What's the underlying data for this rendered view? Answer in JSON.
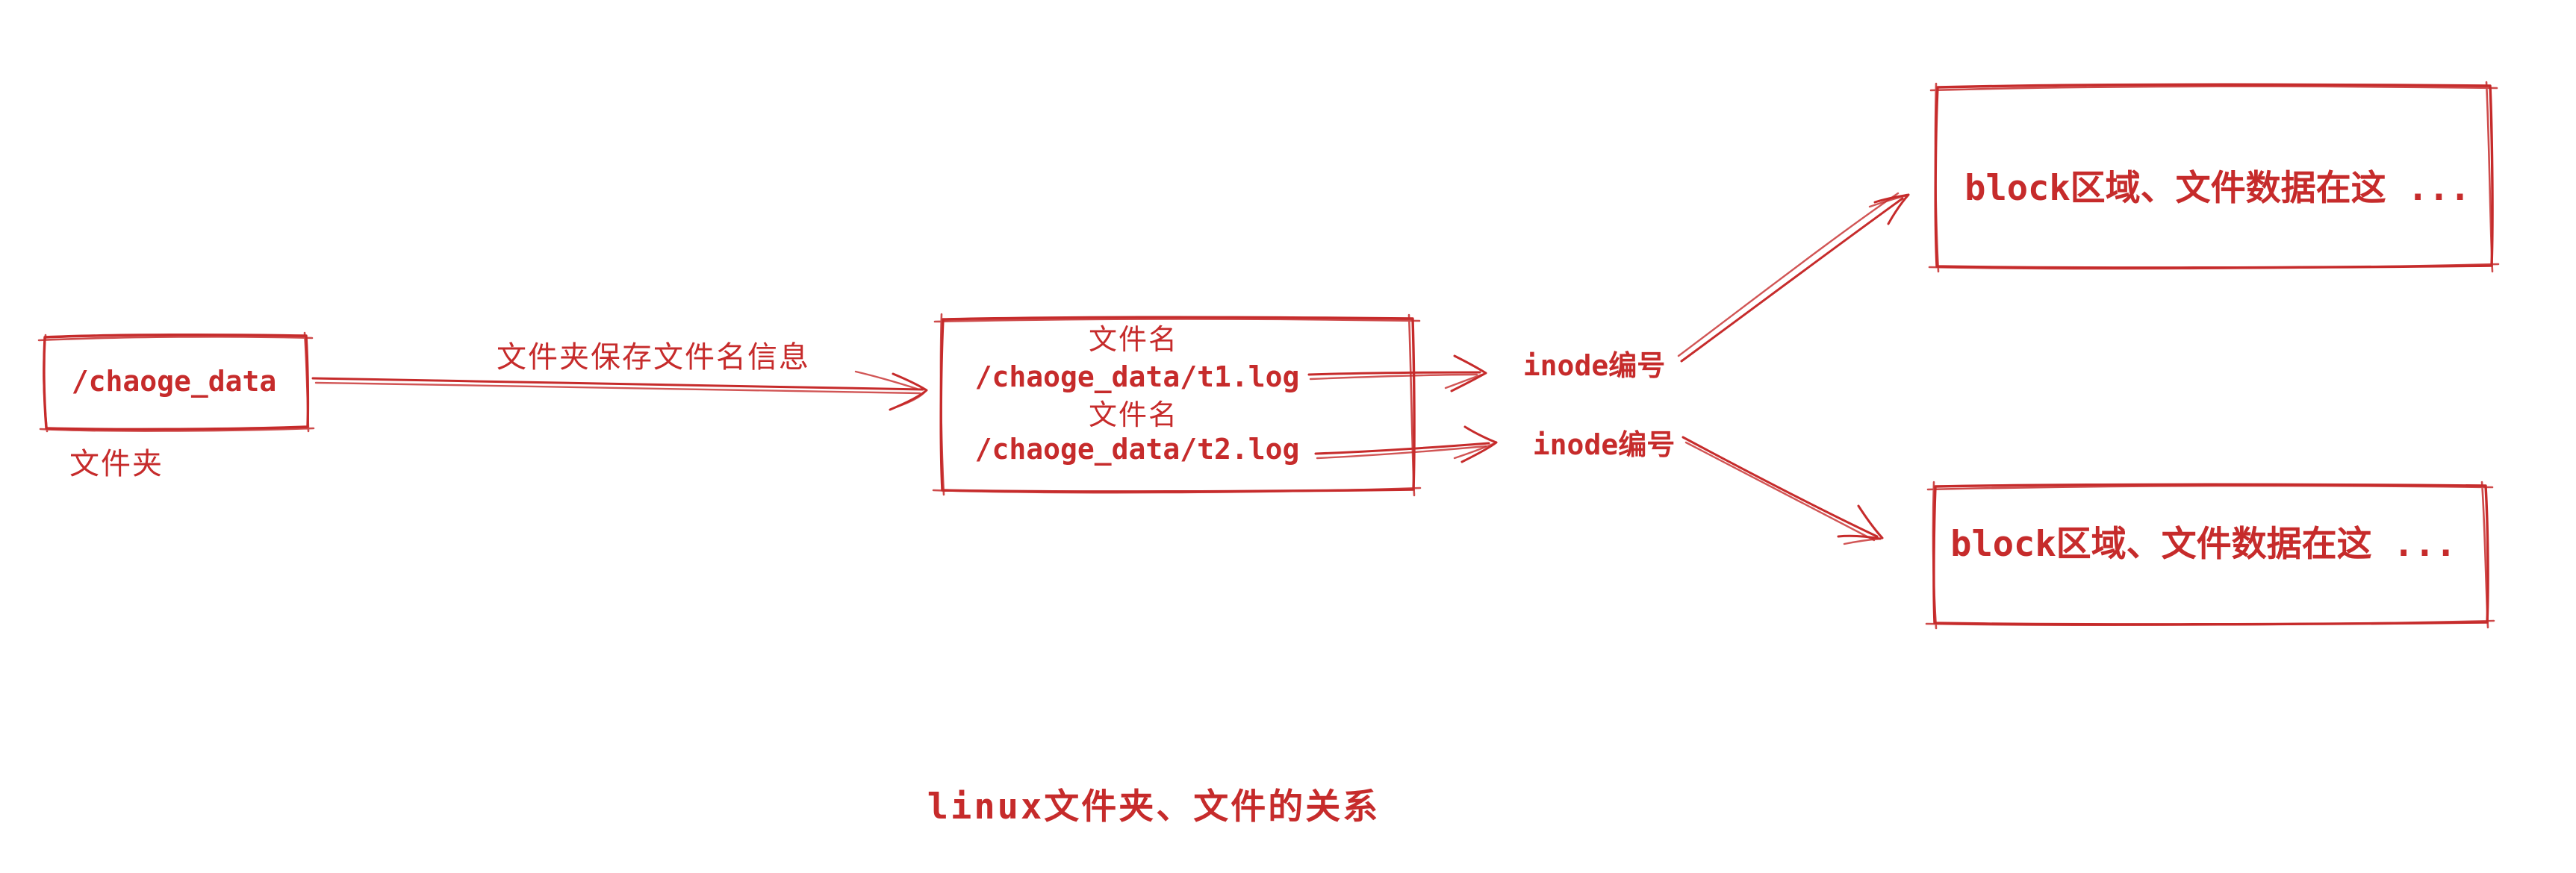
{
  "diagram": {
    "accent_color": "#c62b2b",
    "title": "linux文件夹、文件的关系",
    "folder": {
      "box_label": "/chaoge_data",
      "caption": "文件夹"
    },
    "arrow_label": "文件夹保存文件名信息",
    "files_box": {
      "entries": [
        {
          "name_label": "文件名",
          "path": "/chaoge_data/t1.log"
        },
        {
          "name_label": "文件名",
          "path": "/chaoge_data/t2.log"
        }
      ]
    },
    "inodes": [
      {
        "label": "inode编号"
      },
      {
        "label": "inode编号"
      }
    ],
    "blocks": [
      {
        "label": "block区域、文件数据在这 ..."
      },
      {
        "label": "block区域、文件数据在这 ..."
      }
    ]
  }
}
